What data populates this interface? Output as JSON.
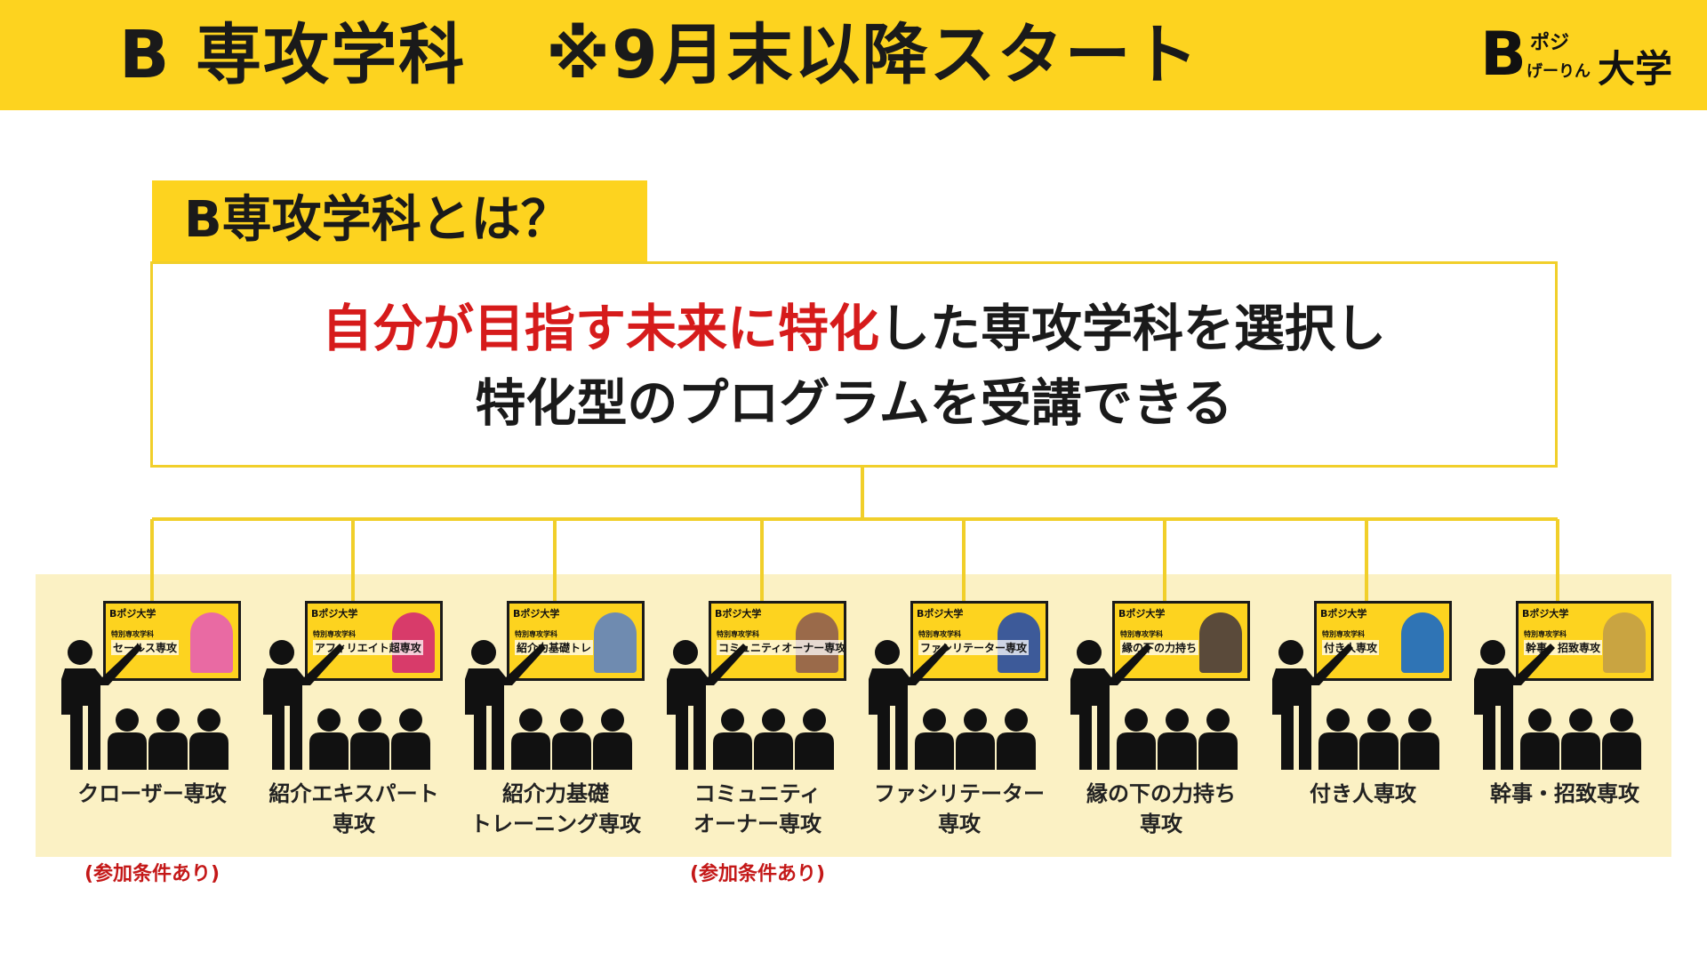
{
  "header": {
    "title": "B 専攻学科",
    "subtitle": "※9月末以降スタート"
  },
  "logo": {
    "b": "B",
    "small1": "ポジ",
    "small2": "げーりん",
    "big": "大学"
  },
  "question": {
    "tab": "B専攻学科とは？",
    "line1_red": "自分が目指す未来に特化",
    "line1_black": "した専攻学科を選択し",
    "line2": "特化型のプログラムを受講できる"
  },
  "colors": {
    "yellow": "#fdd31f",
    "red": "#d61b1b",
    "band": "#fbf1c4"
  },
  "majors": [
    {
      "screen_logo": "Bポジ大学",
      "screen_sub": "特別専攻学科",
      "screen_title": "セールス専攻",
      "label": "クローザー専攻",
      "condition": "(参加条件あり)"
    },
    {
      "screen_logo": "Bポジ大学",
      "screen_sub": "特別専攻学科",
      "screen_title": "アフィリエイト超専攻",
      "label": "紹介エキスパート\n専攻",
      "condition": ""
    },
    {
      "screen_logo": "Bポジ大学",
      "screen_sub": "特別専攻学科",
      "screen_title": "紹介力基礎トレ",
      "label": "紹介力基礎\nトレーニング専攻",
      "condition": ""
    },
    {
      "screen_logo": "Bポジ大学",
      "screen_sub": "特別専攻学科",
      "screen_title": "コミュニティオーナー専攻",
      "label": "コミュニティ\nオーナー専攻",
      "condition": "(参加条件あり)"
    },
    {
      "screen_logo": "Bポジ大学",
      "screen_sub": "特別専攻学科",
      "screen_title": "ファシリテーター専攻",
      "label": "ファシリテーター\n専攻",
      "condition": ""
    },
    {
      "screen_logo": "Bポジ大学",
      "screen_sub": "特別専攻学科",
      "screen_title": "縁の下の力持ち",
      "label": "縁の下の力持ち\n専攻",
      "condition": ""
    },
    {
      "screen_logo": "Bポジ大学",
      "screen_sub": "特別専攻学科",
      "screen_title": "付き人専攻",
      "label": "付き人専攻",
      "condition": ""
    },
    {
      "screen_logo": "Bポジ大学",
      "screen_sub": "特別専攻学科",
      "screen_title": "幹事・招致専攻",
      "label": "幹事・招致専攻",
      "condition": ""
    }
  ]
}
